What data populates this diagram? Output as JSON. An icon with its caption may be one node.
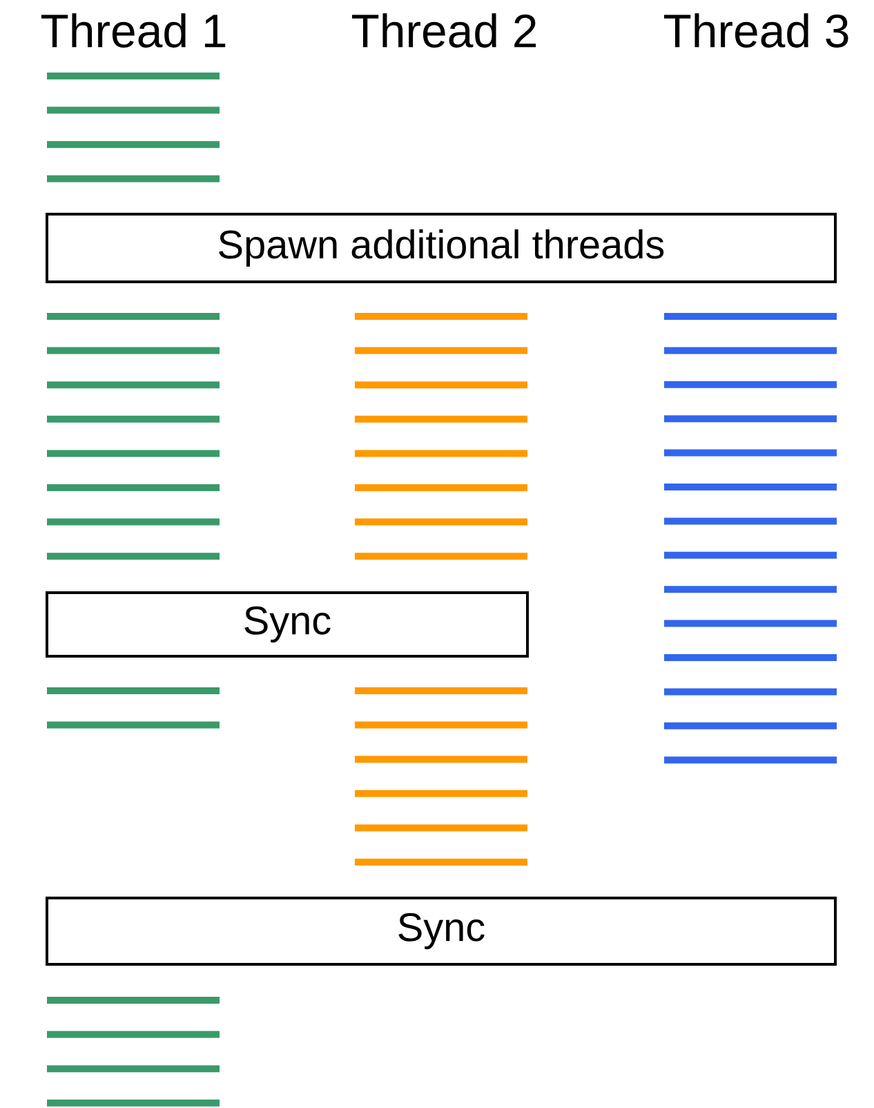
{
  "diagram": {
    "nodes": [
      {
        "text": [
          "Spawn additional threads"
        ]
      },
      {
        "text": [
          "Sync"
        ]
      },
      {
        "text": [
          "Sync"
        ]
      }
    ],
    "labels": [
      "Thread 1",
      "Thread 2",
      "Thread 3"
    ]
  }
}
